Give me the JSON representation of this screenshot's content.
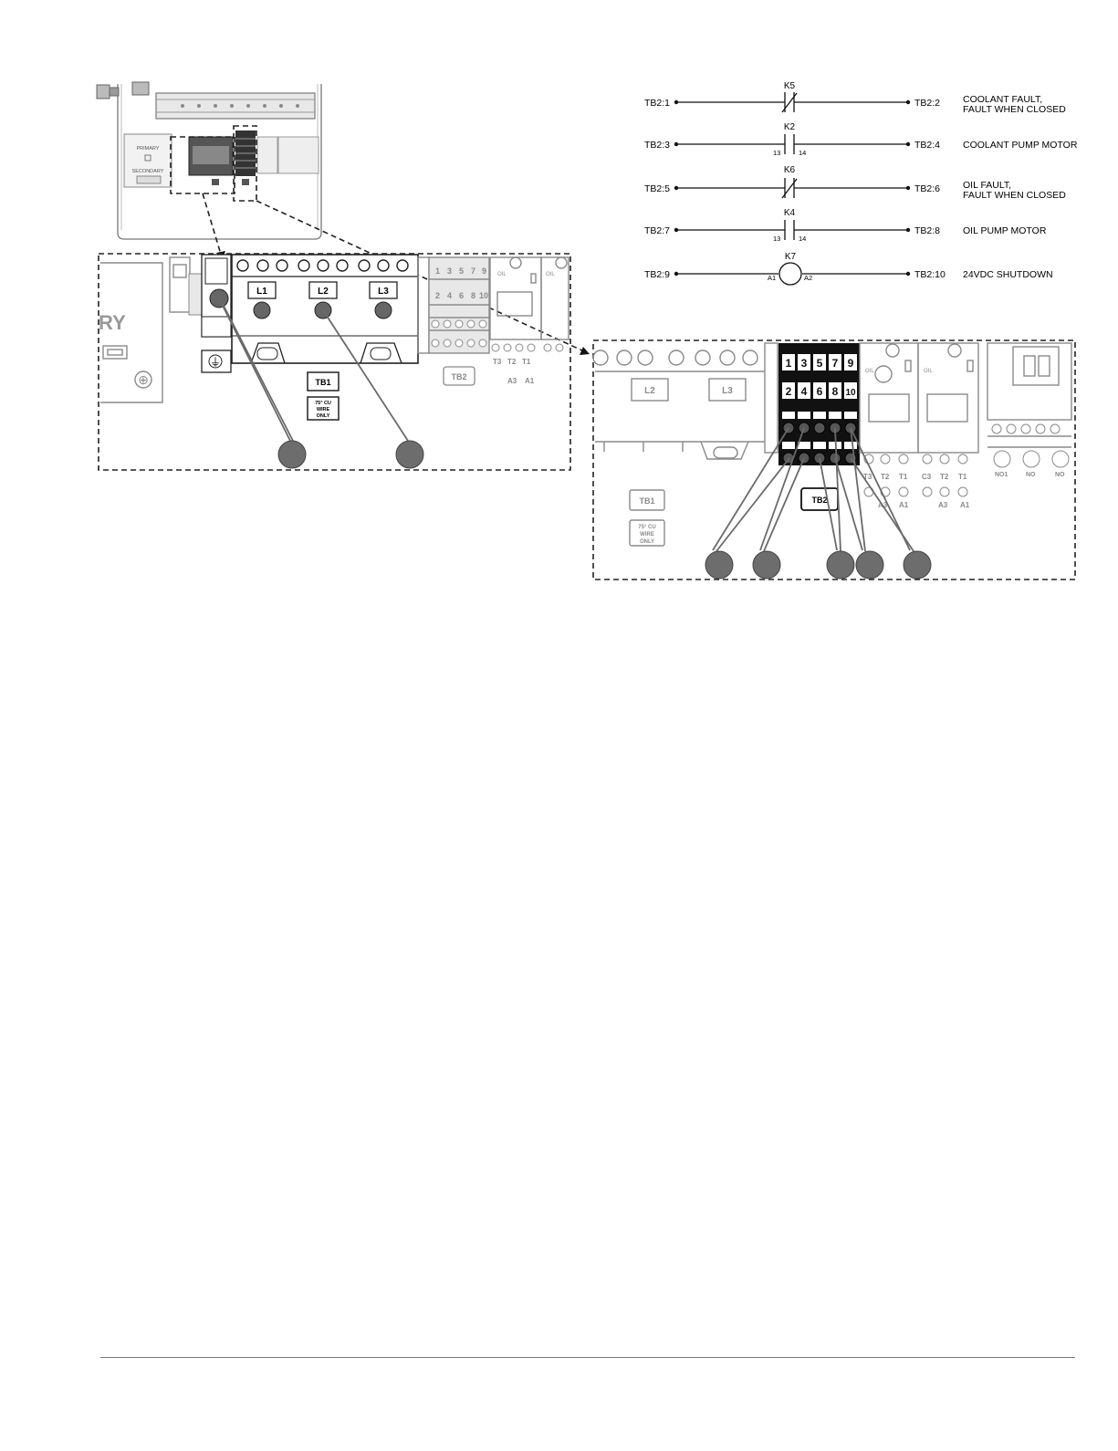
{
  "schematic": {
    "rows": [
      {
        "left": "TB2:1",
        "right": "TB2:2",
        "device": "K5",
        "kind": "nc",
        "pin_a": "",
        "pin_b": "",
        "desc": [
          "COOLANT FAULT,",
          "FAULT WHEN CLOSED"
        ]
      },
      {
        "left": "TB2:3",
        "right": "TB2:4",
        "device": "K2",
        "kind": "no",
        "pin_a": "13",
        "pin_b": "14",
        "desc": [
          "COOLANT PUMP MOTOR"
        ]
      },
      {
        "left": "TB2:5",
        "right": "TB2:6",
        "device": "K6",
        "kind": "nc",
        "pin_a": "",
        "pin_b": "",
        "desc": [
          "OIL FAULT,",
          "FAULT WHEN CLOSED"
        ]
      },
      {
        "left": "TB2:7",
        "right": "TB2:8",
        "device": "K4",
        "kind": "no",
        "pin_a": "13",
        "pin_b": "14",
        "desc": [
          "OIL PUMP MOTOR"
        ]
      },
      {
        "left": "TB2:9",
        "right": "TB2:10",
        "device": "K7",
        "kind": "coil",
        "pin_a": "A1",
        "pin_b": "A2",
        "desc": [
          "24VDC SHUTDOWN"
        ]
      }
    ]
  },
  "overview": {
    "label_primary": "PRIMARY",
    "label_secondary": "SECONDARY"
  },
  "detail1": {
    "terminals": [
      "L1",
      "L2",
      "L3"
    ],
    "tb1": "TB1",
    "tb2": "TB2",
    "cu_note": [
      "75° CU",
      "WIRE",
      "ONLY"
    ],
    "partial_text": "RY",
    "tb2_top": [
      "1",
      "3",
      "5",
      "7",
      "9"
    ],
    "tb2_bottom": [
      "2",
      "4",
      "6",
      "8",
      "10"
    ],
    "relay_labels": [
      "T3",
      "T2",
      "T1",
      "A3",
      "A1"
    ],
    "oil_label": "OIL"
  },
  "detail2": {
    "terminals": [
      "L2",
      "L3"
    ],
    "tb1": "TB1",
    "tb2": "TB2",
    "cu_note": [
      "75° CU",
      "WIRE",
      "ONLY"
    ],
    "tb2_top": [
      "1",
      "3",
      "5",
      "7",
      "9"
    ],
    "tb2_bottom": [
      "2",
      "4",
      "6",
      "8",
      "10"
    ],
    "relay_a": [
      "T3",
      "T2",
      "T1"
    ],
    "relay_b": [
      "C3",
      "T2",
      "T1"
    ],
    "relay_c": [
      "A3",
      "A1"
    ],
    "relay_d": [
      "A3",
      "A1"
    ],
    "aux_labels": [
      "NO1",
      "NO",
      "NO"
    ],
    "oil_label": "OIL"
  },
  "colors": {
    "callout": "#6d6d6d",
    "gray_line": "#8a8a8a",
    "dark": "#111111"
  }
}
